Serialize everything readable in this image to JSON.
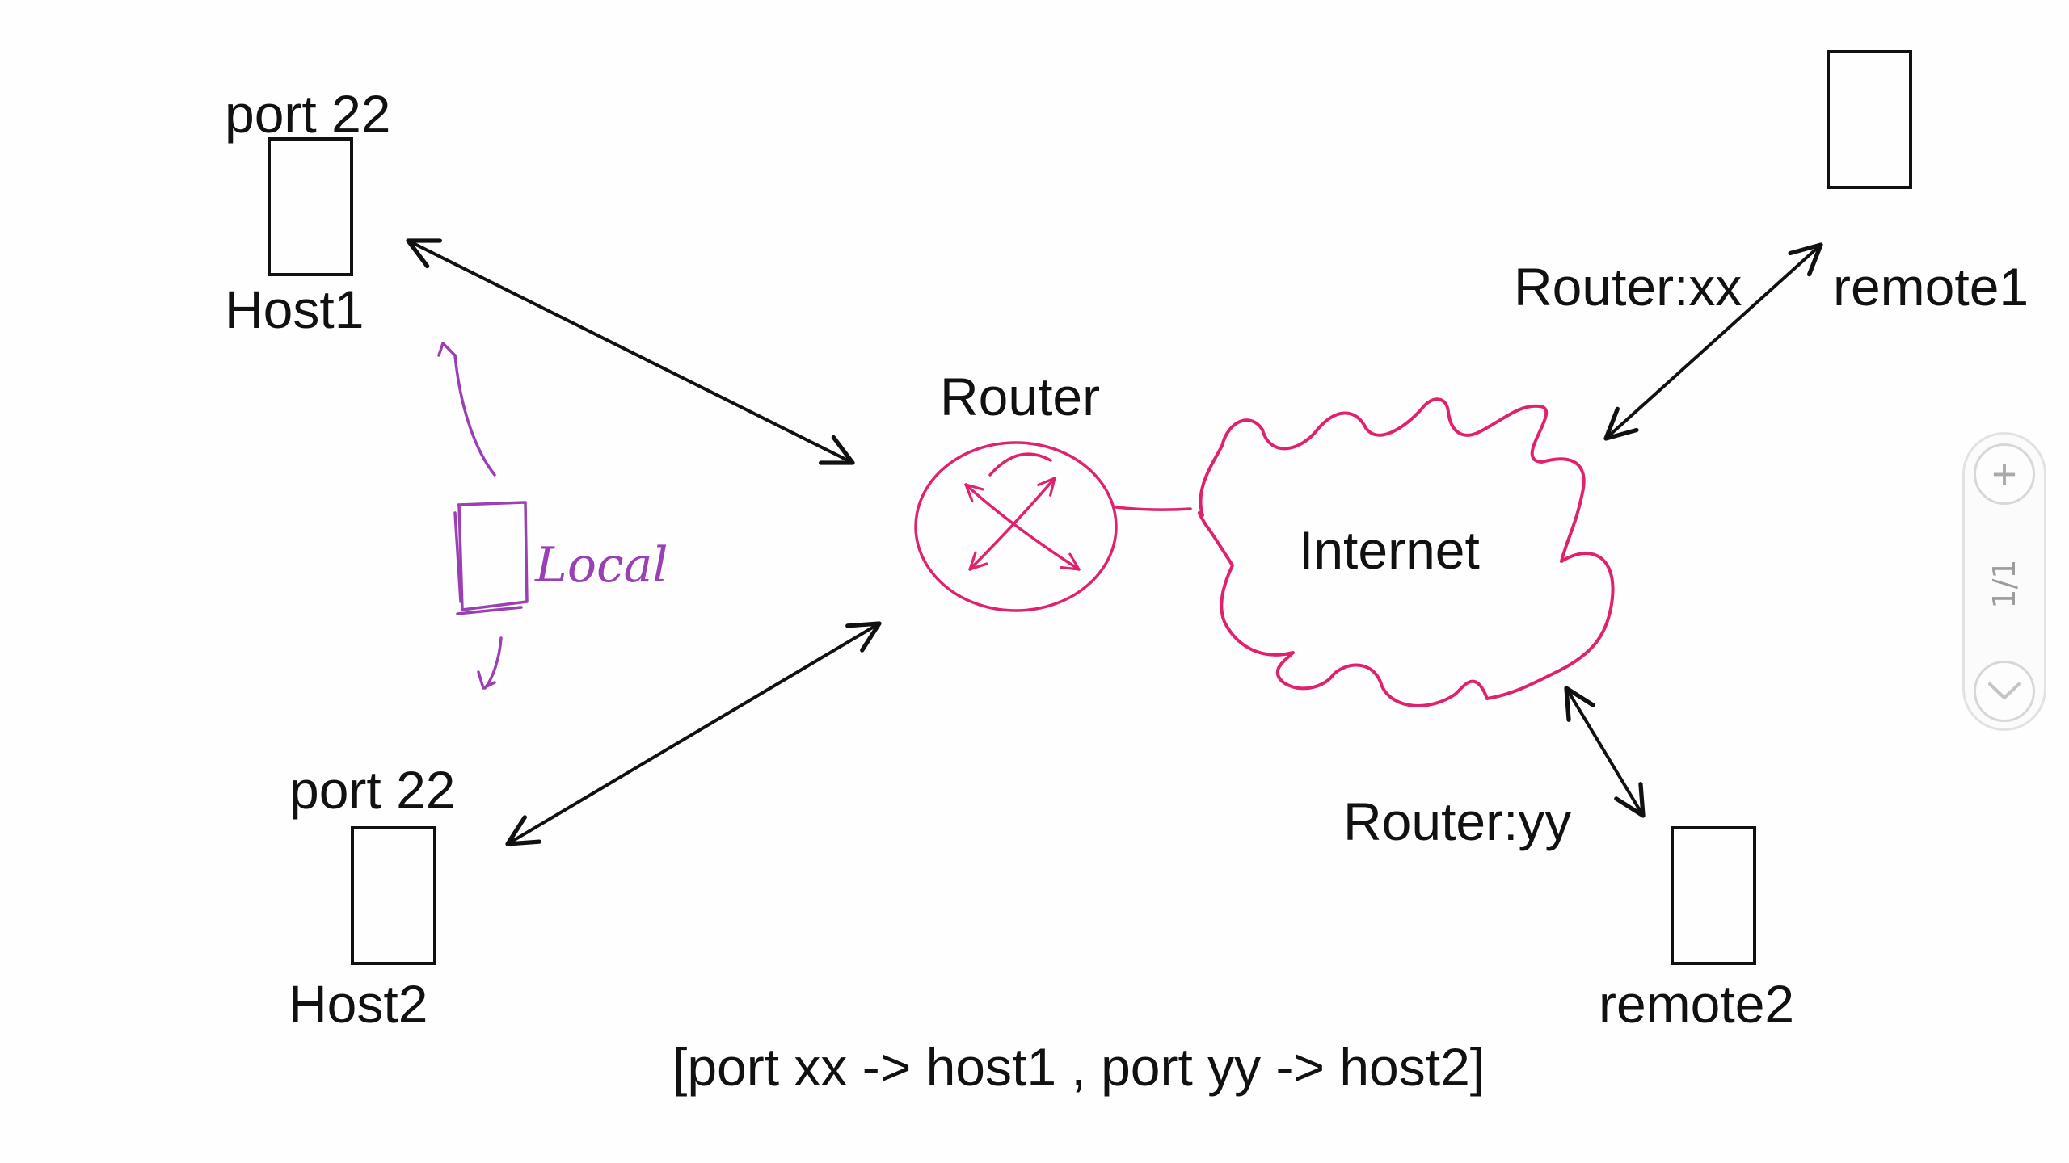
{
  "labels": {
    "host1_port": "port 22",
    "host1_name": "Host1",
    "host2_port": "port 22",
    "host2_name": "Host2",
    "router": "Router",
    "internet": "Internet",
    "remote1_route": "Router:xx",
    "remote1_name": "remote1",
    "remote2_route": "Router:yy",
    "remote2_name": "remote2",
    "local": "Local",
    "caption": "[port xx -> host1 , port yy -> host2]"
  },
  "zoom_widget": {
    "zoom_in_icon": "plus-icon",
    "page_indicator": "1/1",
    "page_down_icon": "chevron-down-icon"
  },
  "colors": {
    "ink": "#111111",
    "router_cloud": "#e0226e",
    "local_annotation": "#9b3fb5"
  }
}
